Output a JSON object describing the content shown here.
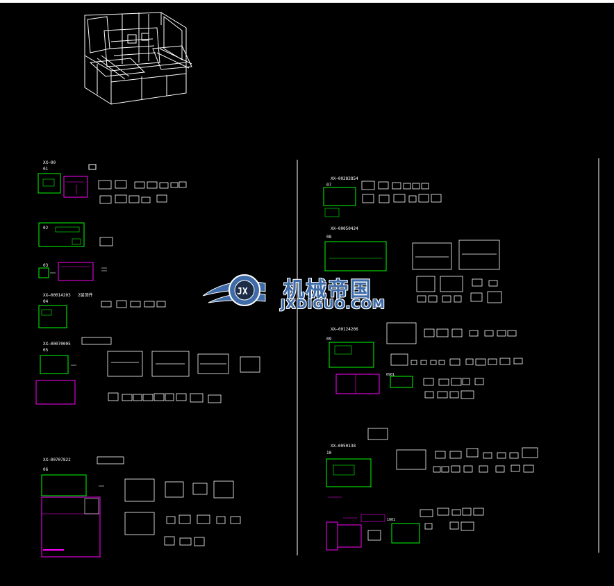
{
  "colors": {
    "background": "#000000",
    "line_white": "#ffffff",
    "frame_green": "#00ff00",
    "frame_magenta": "#ff00ff",
    "watermark_blue": "#3f6ca8"
  },
  "watermark": {
    "cn_text": "机械帝国",
    "en_text": "JXDIGUO.COM",
    "logo_letters": "JX"
  },
  "left_column": {
    "s01": {
      "ref": "XX—00",
      "num": "01"
    },
    "s02": {
      "num": "02"
    },
    "s03": {
      "num": "03"
    },
    "s04": {
      "ref": "XX—00014203",
      "label": "2层顶件",
      "num": "04"
    },
    "s05": {
      "ref": "XX—00070005",
      "num": "05"
    },
    "s06": {
      "ref": "XX—00707822",
      "num": "06"
    }
  },
  "right_column": {
    "s07": {
      "ref": "XX—00282854",
      "num": "07"
    },
    "s08": {
      "ref": "XX—00050424",
      "num": "08"
    },
    "s09": {
      "ref": "XX—00124206",
      "num": "09",
      "sub": "0901"
    },
    "s10": {
      "ref": "XX—0050138",
      "num": "10",
      "sub": "1001"
    }
  }
}
